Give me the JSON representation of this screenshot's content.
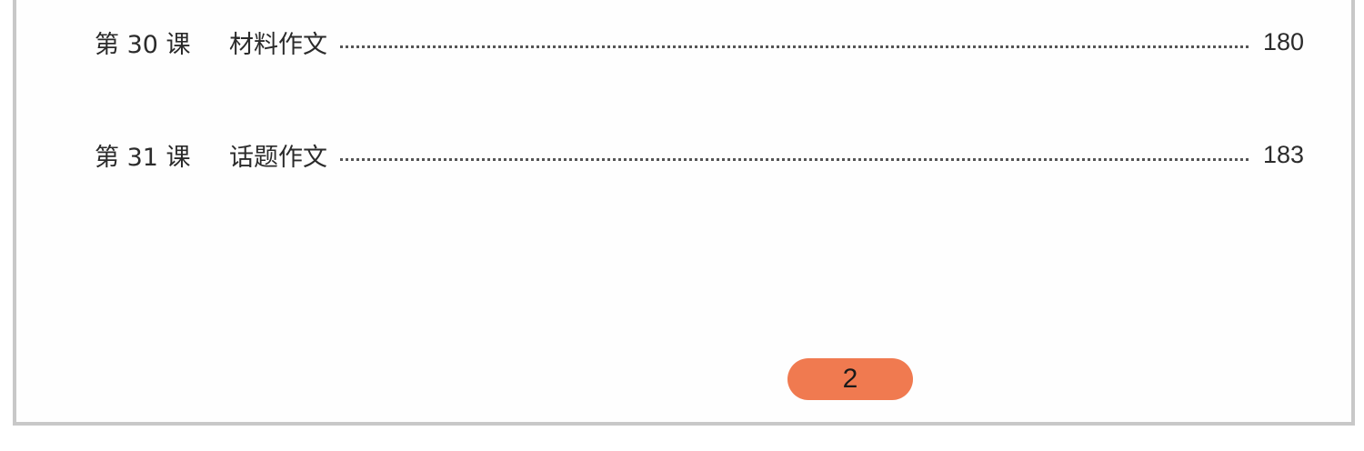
{
  "toc": {
    "entries": [
      {
        "lesson": "第 30 课",
        "title": "材料作文",
        "page": "180"
      },
      {
        "lesson": "第 31 课",
        "title": "话题作文",
        "page": "183"
      }
    ]
  },
  "footer": {
    "page_number": "2",
    "badge_color": "#f07a50"
  },
  "colors": {
    "frame_border": "#c8c8c8",
    "text": "#2b2b2b"
  }
}
